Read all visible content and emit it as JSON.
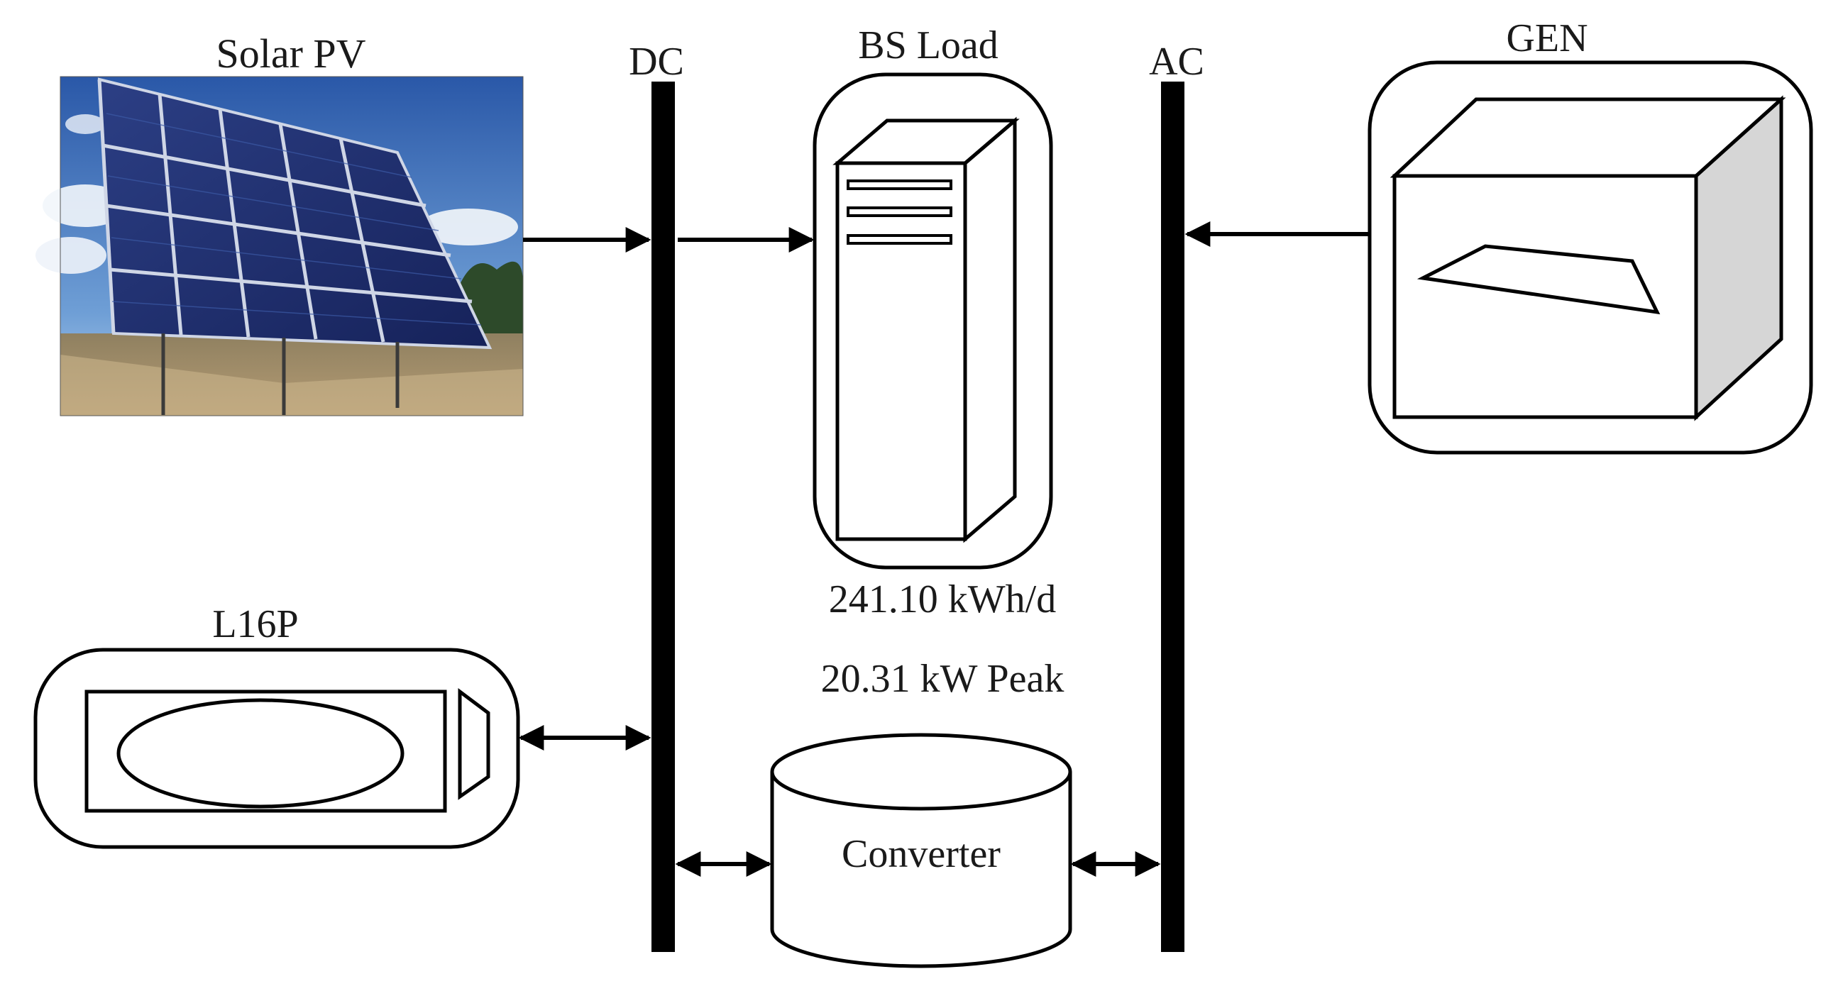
{
  "labels": {
    "solar_pv": "Solar PV",
    "dc_bus": "DC",
    "bs_load": "BS Load",
    "ac_bus": "AC",
    "generator": "GEN",
    "battery": "L16P",
    "converter": "Converter"
  },
  "load": {
    "daily_energy": "241.10 kWh/d",
    "peak_power": "20.31 kW Peak"
  },
  "colors": {
    "line": "#000000",
    "sky_top": "#2f5fae",
    "sky_bottom": "#9cc0e6",
    "panel": "#1f2f6b",
    "ground": "#a08a66",
    "gen_side": "#d6d6d6"
  }
}
